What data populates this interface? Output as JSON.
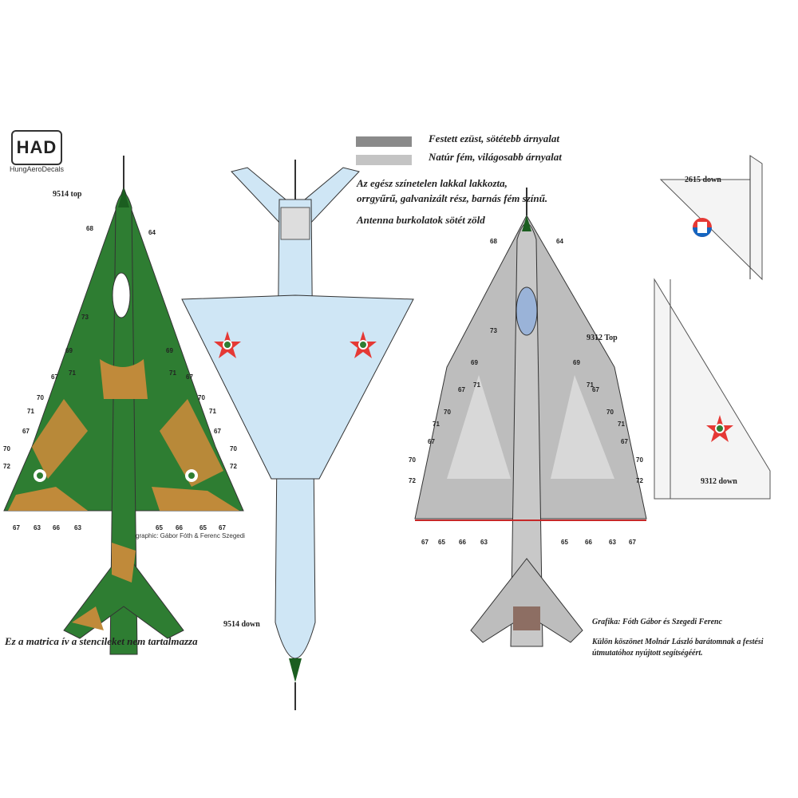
{
  "brand": {
    "logo": "HAD",
    "name": "HungAeroDecals"
  },
  "legend": [
    {
      "color": "#8a8a8a",
      "label": "Festett ezüst, sötétebb árnyalat"
    },
    {
      "color": "#c4c4c4",
      "label": "Natúr fém, világosabb árnyalat"
    }
  ],
  "notes": {
    "line1": "Az egész színetelen lakkal lakkozta,",
    "line2": "orrgyűrű, galvanizált rész, barnás fém színű.",
    "line3": "Antenna burkolatok sötét zöld"
  },
  "views": {
    "v1": "9514 top",
    "v2": "9514 down",
    "v3": "9312 Top",
    "v4": "2615 down",
    "v5": "9312 down"
  },
  "graphic_credit": "graphic: Gábor Fóth & Ferenc Szegedi",
  "footer": "Ez a matrica ív a stencileket nem tartalmazza",
  "credits": {
    "grafika": "Grafika: Fóth Gábor és Szegedi Ferenc",
    "thanks1": "Külön köszönet Molnár László barátomnak a festési",
    "thanks2": "útmutatóhoz nyújtott segítségéért."
  },
  "callouts_left": [
    "68",
    "64",
    "73",
    "69",
    "69",
    "67",
    "71",
    "71",
    "67",
    "70",
    "70",
    "71",
    "71",
    "67",
    "67",
    "70",
    "70",
    "72",
    "72",
    "67",
    "63",
    "66",
    "63",
    "65",
    "66",
    "65",
    "67"
  ],
  "callouts_right": [
    "68",
    "64",
    "73",
    "69",
    "69",
    "67",
    "71",
    "71",
    "67",
    "70",
    "70",
    "71",
    "71",
    "67",
    "67",
    "70",
    "70",
    "72",
    "72",
    "67",
    "65",
    "66",
    "63",
    "65",
    "66",
    "63",
    "67"
  ],
  "colors": {
    "camo_green": "#2e7d32",
    "camo_tan": "#c08a3a",
    "light_blue": "#cfe6f5",
    "silver": "#bdbdbd",
    "dark_silver": "#9a9a9a"
  }
}
